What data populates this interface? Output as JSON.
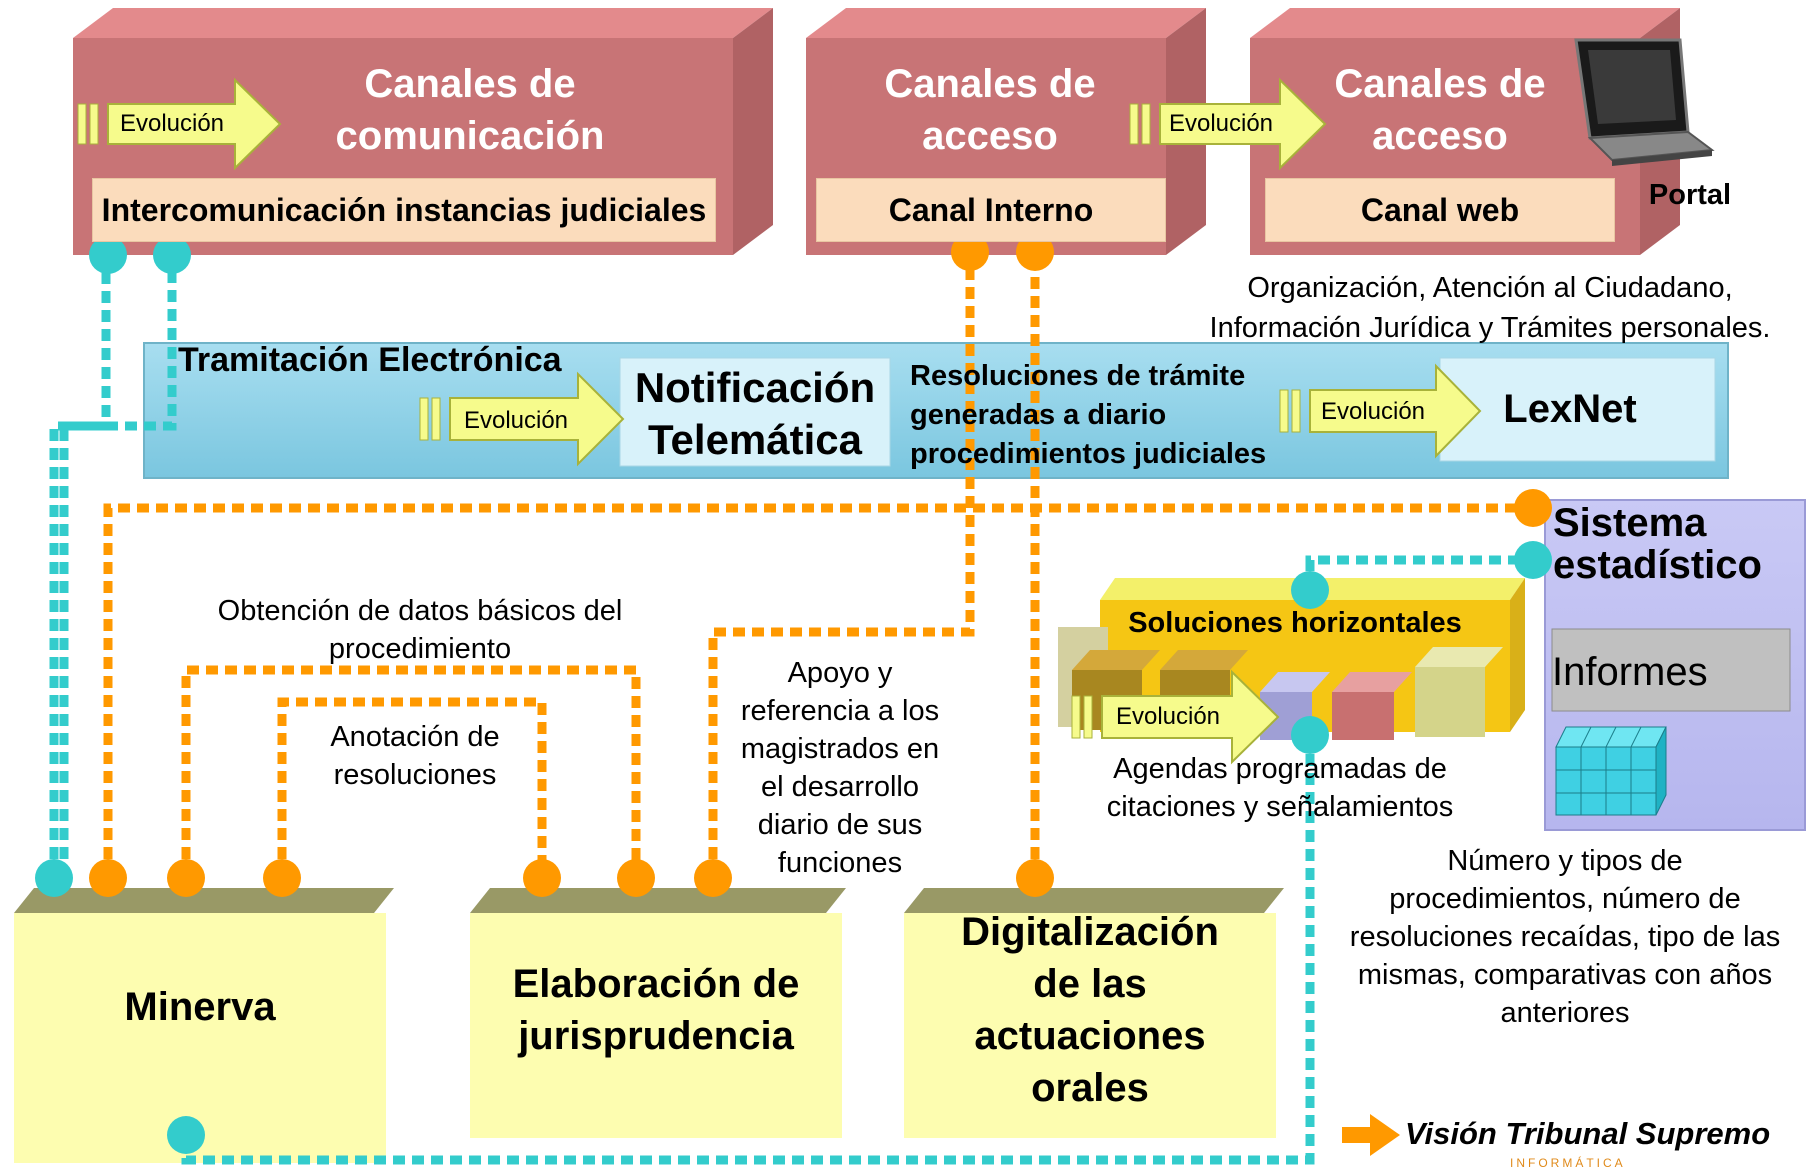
{
  "colors": {
    "channel_front": "#c87476",
    "channel_top": "#e0888b",
    "peach": "#fbdcbc",
    "tramitacion_band": "#8ed2e6",
    "yellow_box": "#fdfdb0",
    "olive_top": "#9a9a5a",
    "orange_line": "#ff9900",
    "teal_line": "#33cccc",
    "arrow_fill": "#f6fb8c"
  },
  "channels": {
    "comunicacion": {
      "title_line1": "Canales de",
      "title_line2": "comunicación",
      "arrow": "Evolución",
      "sub": "Intercomunicación instancias judiciales"
    },
    "acceso_interno": {
      "title_line1": "Canales de",
      "title_line2": "acceso",
      "sub": "Canal Interno"
    },
    "acceso_web": {
      "title_line1": "Canales de",
      "title_line2": "acceso",
      "arrow": "Evolución",
      "sub": "Canal web",
      "laptop_label": "Portal"
    }
  },
  "portal_note": {
    "line1": "Organización, Atención al Ciudadano,",
    "line2": "Información Jurídica y Trámites personales."
  },
  "tramitacion": {
    "title": "Tramitación Electrónica",
    "arrow1": "Evolución",
    "notificacion_line1": "Notificación",
    "notificacion_line2": "Telemática",
    "resoluciones_line1": "Resoluciones de trámite",
    "resoluciones_line2": "generadas a diario",
    "resoluciones_line3": "procedimientos judiciales",
    "arrow2": "Evolución",
    "lexnet": "LexNet"
  },
  "sistema": {
    "title_line1": "Sistema",
    "title_line2": "estadístico",
    "informes": "Informes"
  },
  "horizontales": {
    "title": "Soluciones horizontales",
    "arrow": "Evolución",
    "note_line1": "Agendas programadas de",
    "note_line2": "citaciones y señalamientos"
  },
  "notes": {
    "obtencion_line1": "Obtención de datos básicos del",
    "obtencion_line2": "procedimiento",
    "anotacion_line1": "Anotación de",
    "anotacion_line2": "resoluciones",
    "apoyo": [
      "Apoyo y",
      "referencia a los",
      "magistrados en",
      "el desarrollo",
      "diario de sus",
      "funciones"
    ],
    "numero": [
      "Número y tipos de",
      "procedimientos, número de",
      "resoluciones recaídas, tipo de las",
      "mismas, comparativas con años",
      "anteriores"
    ]
  },
  "bottom_boxes": {
    "minerva": "Minerva",
    "jurisprudencia_line1": "Elaboración de",
    "jurisprudencia_line2": "jurisprudencia",
    "digitalizacion": [
      "Digitalización",
      "de las",
      "actuaciones",
      "orales"
    ]
  },
  "footer": {
    "vision": "Visión Tribunal Supremo",
    "brand": "INFORMÁTICA"
  }
}
